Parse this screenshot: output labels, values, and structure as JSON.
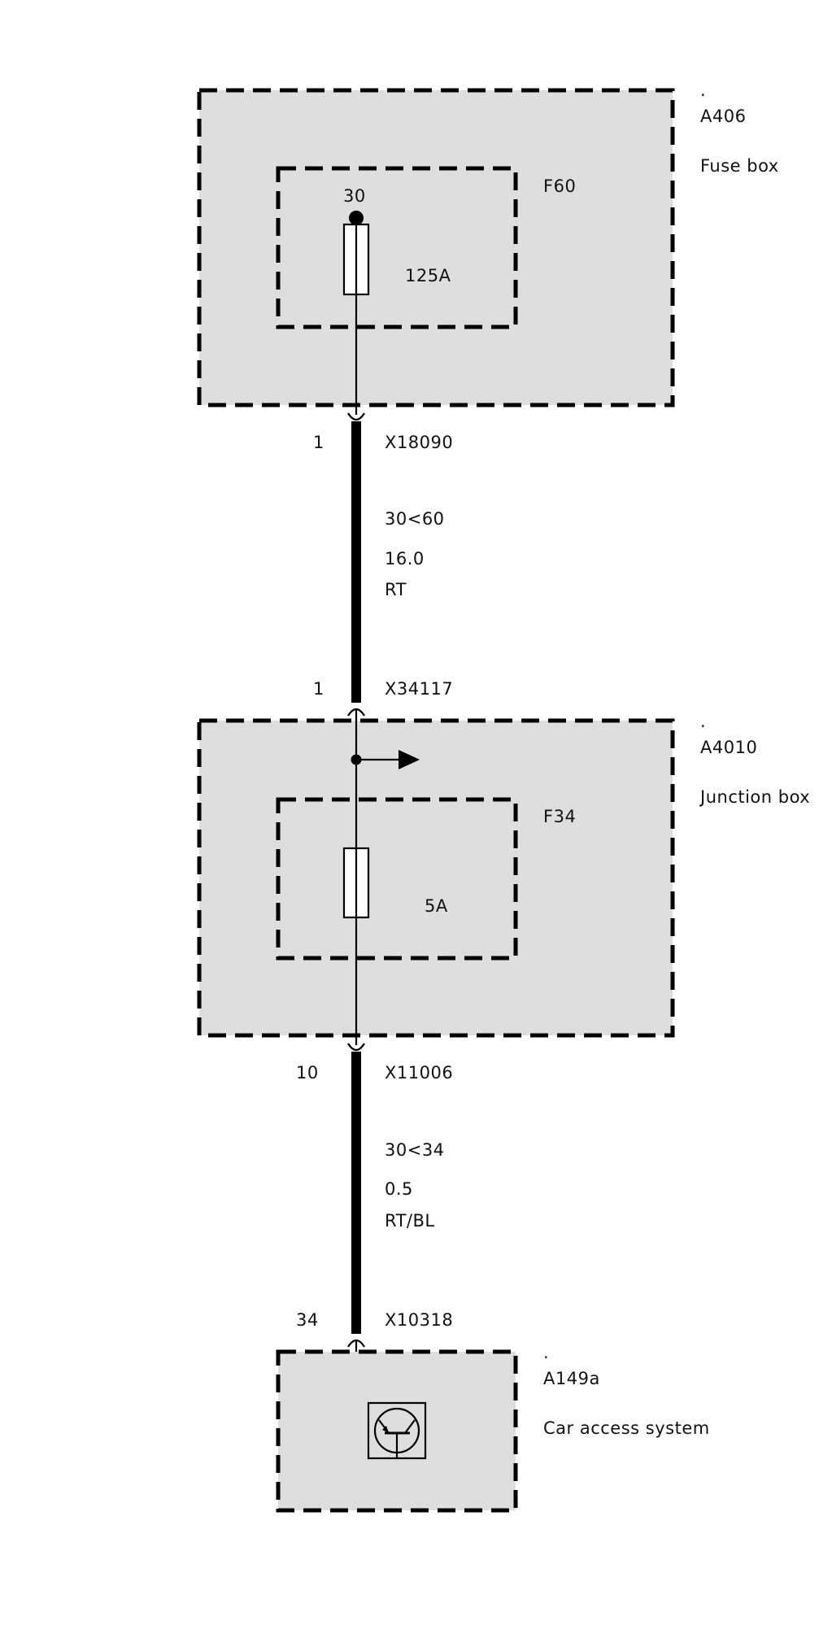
{
  "modules": {
    "fuse_box": {
      "dot": ".",
      "id": "A406",
      "name": "Fuse box"
    },
    "junction_box": {
      "dot": ".",
      "id": "A4010",
      "name": "Junction box"
    },
    "car_access": {
      "dot": ".",
      "id": "A149a",
      "name": "Car access system"
    }
  },
  "fuses": {
    "f60": {
      "id": "F60",
      "terminal": "30",
      "rating": "125A"
    },
    "f34": {
      "id": "F34",
      "rating": "5A"
    }
  },
  "connectors": {
    "c1": {
      "pin": "1",
      "id": "X18090"
    },
    "c2": {
      "pin": "1",
      "id": "X34117"
    },
    "c3": {
      "pin": "10",
      "id": "X11006"
    },
    "c4": {
      "pin": "34",
      "id": "X10318"
    }
  },
  "wires": {
    "w1": {
      "circuit": "30<60",
      "size": "16.0",
      "color": "RT"
    },
    "w2": {
      "circuit": "30<34",
      "size": "0.5",
      "color": "RT/BL"
    }
  },
  "colors": {
    "module_fill": "#dedede",
    "line": "#000000",
    "background": "#ffffff"
  },
  "icons": {
    "car_access_symbol": "transistor-icon",
    "branch": "arrow-right-icon",
    "fuse": "fuse-icon"
  }
}
